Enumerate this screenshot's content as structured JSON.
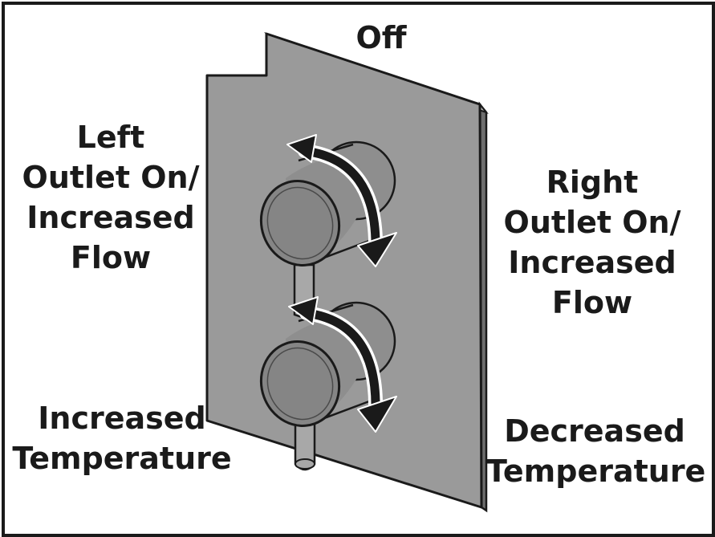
{
  "labels": {
    "off": "Off",
    "left_outlet": [
      "Left",
      "Outlet On/",
      "Increased",
      "Flow"
    ],
    "right_outlet": [
      "Right",
      "Outlet On/",
      "Increased",
      "Flow"
    ],
    "increased_temperature": [
      "Increased",
      "Temperature"
    ],
    "decreased_temperature": [
      "Decreased",
      "Temperature"
    ]
  },
  "colors": {
    "plate": "#9a9a9a",
    "plate_edge": "#6e6e6e",
    "knob": "#8e8e8e",
    "knob_face": "#858585",
    "outline": "#1a1a1a",
    "arrow": "#1a1a1a"
  },
  "icons": {
    "upper_knob_arrow": "double-headed-curved-arrow",
    "lower_knob_arrow": "double-headed-curved-arrow"
  }
}
